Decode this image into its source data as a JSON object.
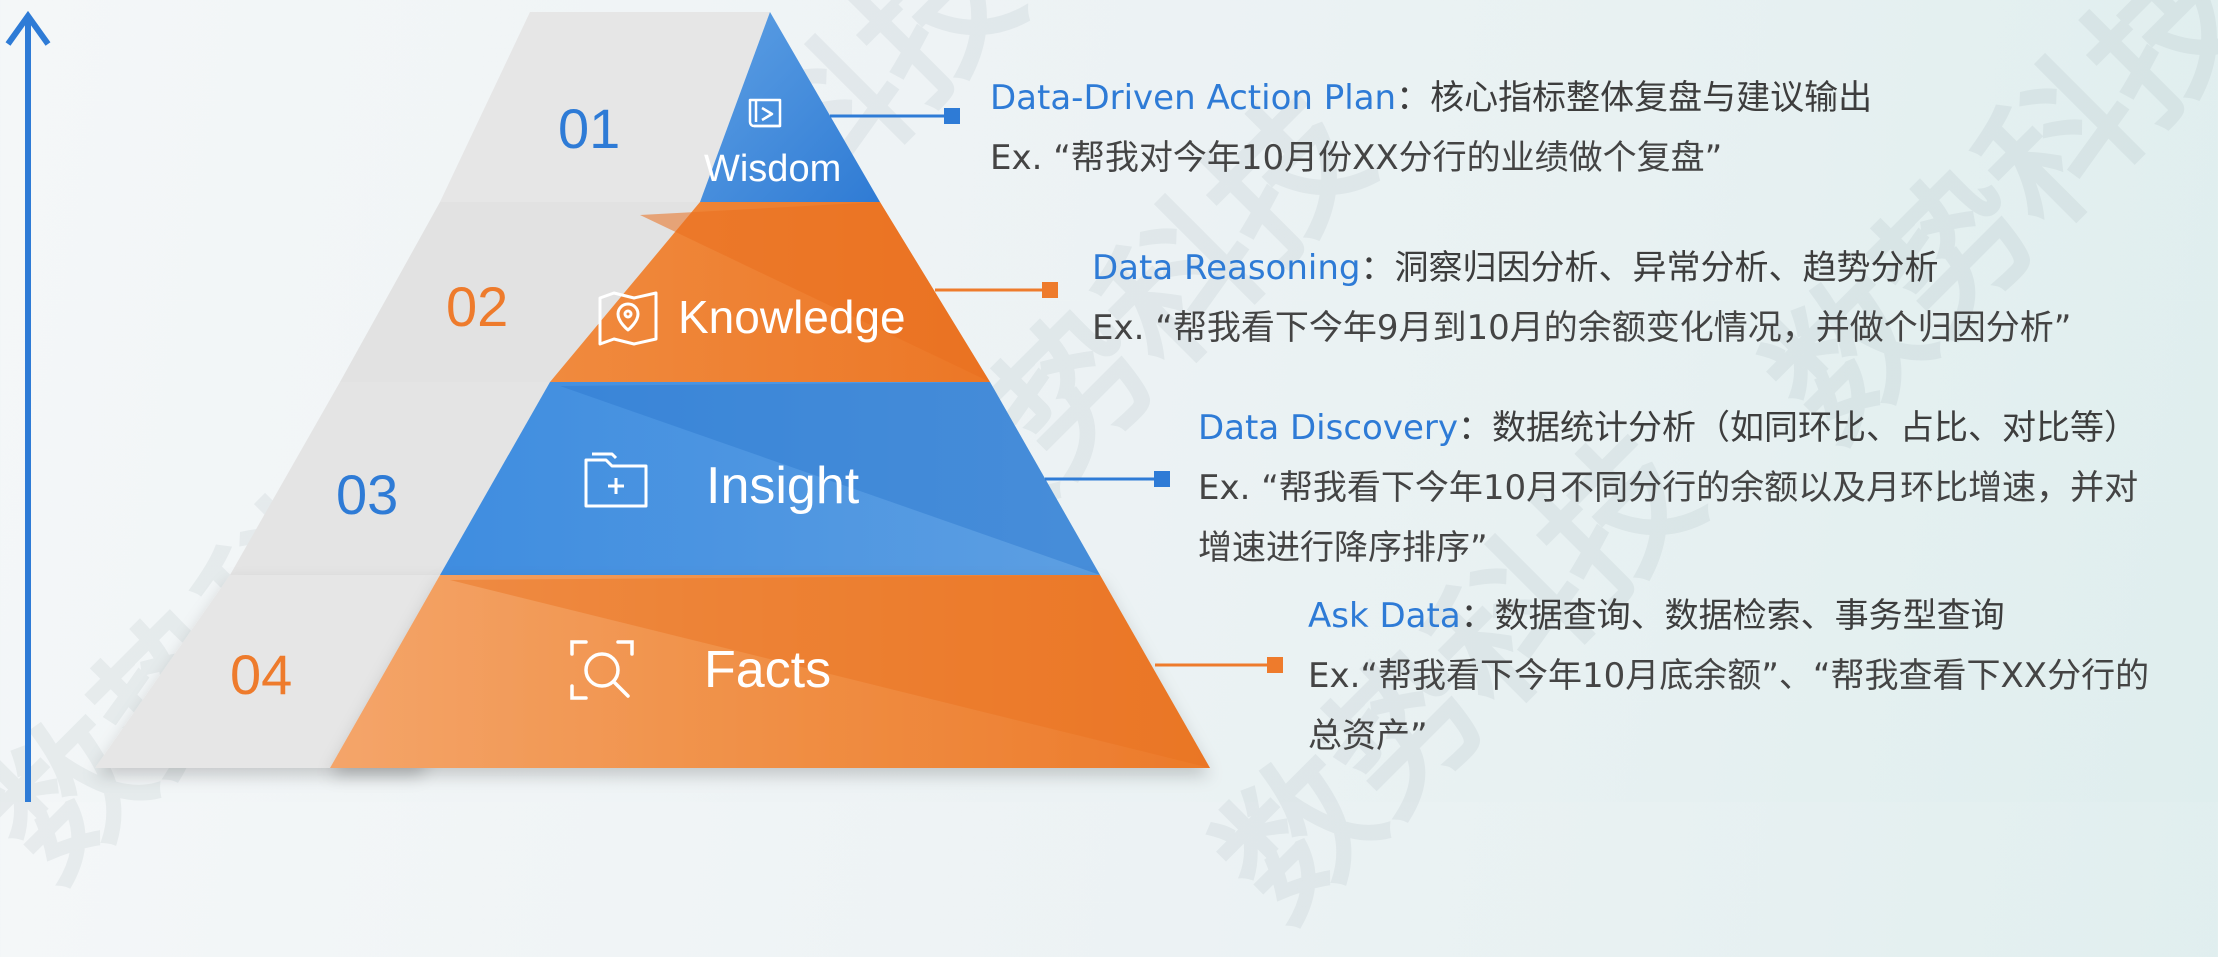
{
  "watermark_text": "数势科技",
  "levels": [
    {
      "num": "01",
      "label": "Wisdom",
      "icon": "scroll-icon",
      "title": "Data-Driven Action Plan",
      "colon": "：",
      "subtitle": "核心指标整体复盘与建议输出",
      "example": "Ex. “帮我对今年10月份XX分行的业绩做个复盘”"
    },
    {
      "num": "02",
      "label": "Knowledge",
      "icon": "map-pin-icon",
      "title": "Data Reasoning",
      "colon": "：",
      "subtitle": "洞察归因分析、异常分析、趋势分析",
      "example": "Ex. “帮我看下今年9月到10月的余额变化情况，并做个归因分析”"
    },
    {
      "num": "03",
      "label": "Insight",
      "icon": "folder-plus-icon",
      "title": "Data Discovery",
      "colon": "：",
      "subtitle": "数据统计分析（如同环比、占比、对比等）",
      "example_line1": "Ex. “帮我看下今年10月不同分行的余额以及月环比增速，并对",
      "example_line2": "增速进行降序排序”"
    },
    {
      "num": "04",
      "label": "Facts",
      "icon": "scan-search-icon",
      "title": "Ask Data",
      "colon": "：",
      "subtitle": "数据查询、数据检索、事务型查询",
      "example_line1": "Ex.“帮我看下今年10月底余额”、“帮我查看下XX分行的",
      "example_line2": "总资产”"
    }
  ],
  "colors": {
    "blue": "#2e7bd6",
    "blue_light": "#6aa8e6",
    "orange": "#ee7b2c",
    "orange_light": "#f4a062",
    "gray_band": "#e4e4e4"
  }
}
